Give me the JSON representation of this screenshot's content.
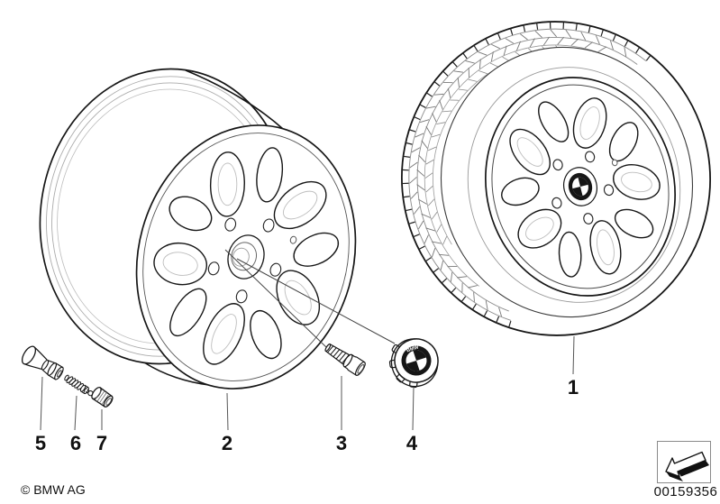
{
  "callouts": [
    {
      "number": "1"
    },
    {
      "number": "2"
    },
    {
      "number": "3"
    },
    {
      "number": "4"
    },
    {
      "number": "5"
    },
    {
      "number": "6"
    },
    {
      "number": "7"
    }
  ],
  "footer": {
    "copyright": "© BMW AG",
    "diagram_number": "00159356"
  },
  "icons": {
    "direction_arrow": "arrow-down-left"
  },
  "colors": {
    "line": "#161616",
    "light_line": "#9a9a9a",
    "label": "#111111",
    "background": "#ffffff"
  }
}
